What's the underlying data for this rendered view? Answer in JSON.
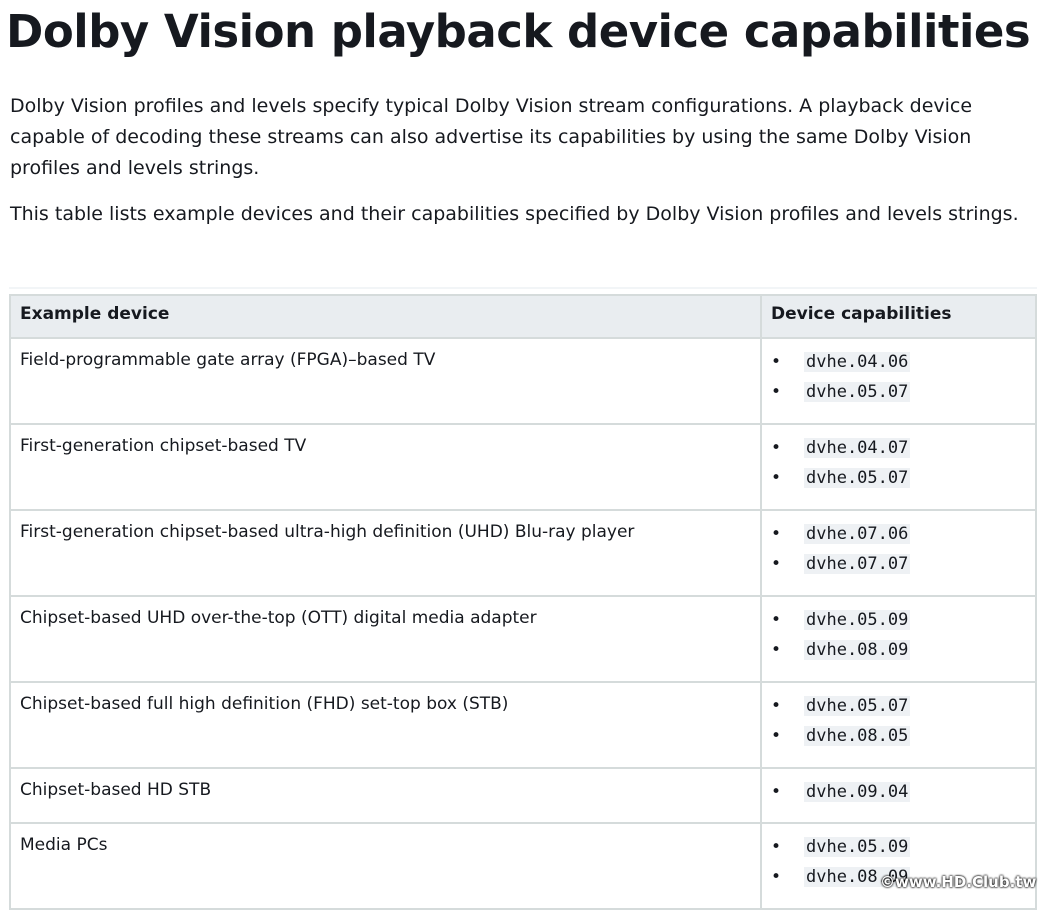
{
  "title": "Dolby Vision playback device capabilities",
  "paragraphs": [
    "Dolby Vision profiles and levels specify typical Dolby Vision stream configurations. A playback device capable of decoding these streams can also advertise its capabilities by using the same Dolby Vision profiles and levels strings.",
    "This table lists example devices and their capabilities specified by Dolby Vision profiles and levels strings."
  ],
  "table": {
    "headers": [
      "Example device",
      "Device capabilities"
    ],
    "rows": [
      {
        "device": "Field-programmable gate array (FPGA)–based TV",
        "caps": [
          "dvhe.04.06",
          "dvhe.05.07"
        ]
      },
      {
        "device": "First-generation chipset-based TV",
        "caps": [
          "dvhe.04.07",
          "dvhe.05.07"
        ]
      },
      {
        "device": "First-generation chipset-based ultra-high definition (UHD) Blu-ray player",
        "caps": [
          "dvhe.07.06",
          "dvhe.07.07"
        ]
      },
      {
        "device": "Chipset-based UHD over-the-top (OTT) digital media adapter",
        "caps": [
          "dvhe.05.09",
          "dvhe.08.09"
        ]
      },
      {
        "device": "Chipset-based full high definition (FHD) set-top box (STB)",
        "caps": [
          "dvhe.05.07",
          "dvhe.08.05"
        ]
      },
      {
        "device": "Chipset-based HD STB",
        "caps": [
          "dvhe.09.04"
        ]
      },
      {
        "device": "Media PCs",
        "caps": [
          "dvhe.05.09",
          "dvhe.08.09"
        ]
      }
    ]
  },
  "watermark": "©www.HD.Club.tw"
}
